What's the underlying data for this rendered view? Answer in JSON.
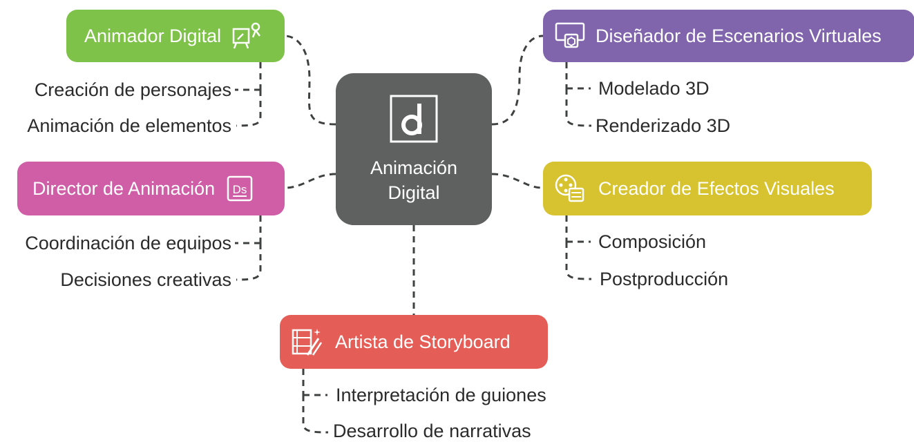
{
  "center": {
    "title_line1": "Animación",
    "title_line2": "Digital",
    "icon": "d-logo-icon",
    "color": "#5e6160"
  },
  "branches": {
    "animador": {
      "title": "Animador Digital",
      "icon": "easel-pencil-icon",
      "color": "#7fc24a",
      "items": [
        "Creación de personajes",
        "Animación de elementos"
      ]
    },
    "escenarios": {
      "title": "Diseñador de Escenarios Virtuales",
      "icon": "monitor-cube-icon",
      "color": "#8064ac",
      "items": [
        "Modelado 3D",
        "Renderizado 3D"
      ]
    },
    "director": {
      "title": "Director de Animación",
      "icon": "ds-badge-icon",
      "color": "#cf5ea6",
      "items": [
        "Coordinación de equipos",
        "Decisiones creativas"
      ]
    },
    "efectos": {
      "title": "Creador de Efectos Visuales",
      "icon": "film-reel-panel-icon",
      "color": "#d6c32f",
      "items": [
        "Composición",
        "Postproducción"
      ]
    },
    "storyboard": {
      "title": "Artista de Storyboard",
      "icon": "film-strip-brush-icon",
      "color": "#e45d56",
      "items": [
        "Interpretación de guiones",
        "Desarrollo de narrativas"
      ]
    }
  }
}
